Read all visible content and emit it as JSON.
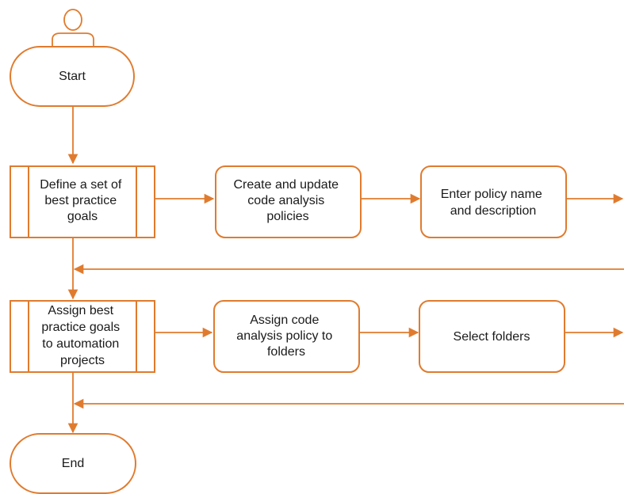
{
  "colors": {
    "stroke": "#E07B2E",
    "text": "#1a1a1a",
    "background": "#ffffff"
  },
  "actor": {
    "icon": "user-icon"
  },
  "terminals": {
    "start": "Start",
    "end": "End"
  },
  "row1": {
    "subprocess": [
      "Define a set of",
      "best practice",
      "goals"
    ],
    "step1": [
      "Create and update",
      "code analysis",
      "policies"
    ],
    "step2": [
      "Enter policy name",
      "and description"
    ]
  },
  "row2": {
    "subprocess": [
      "Assign best",
      "practice goals",
      "to automation",
      "projects"
    ],
    "step1": [
      "Assign code",
      "analysis policy to",
      "folders"
    ],
    "step2": [
      "Select folders"
    ]
  }
}
